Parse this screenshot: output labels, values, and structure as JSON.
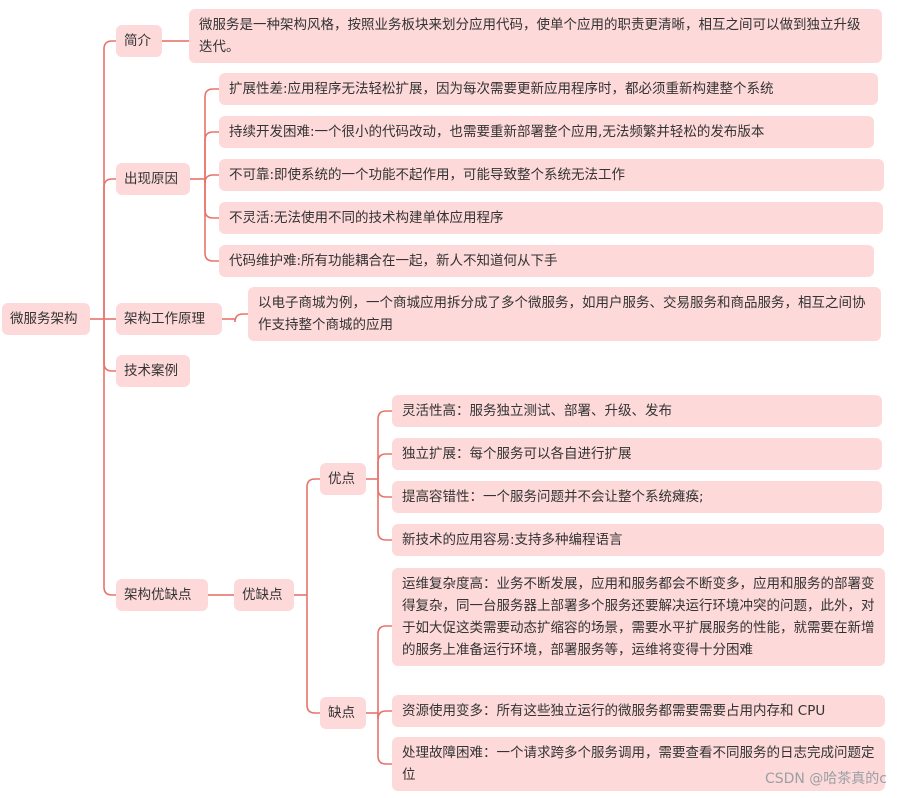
{
  "root": {
    "label": "微服务架构"
  },
  "branches": {
    "intro": {
      "label": "简介",
      "detail": "微服务是一种架构风格，按照业务板块来划分应用代码，使单个应用的职责更清晰，相互之间可以做到独立升级迭代。"
    },
    "reasons": {
      "label": "出现原因",
      "items": [
        "扩展性差:应用程序无法轻松扩展，因为每次需要更新应用程序时，都必须重新构建整个系统",
        "持续开发困难:一个很小的代码改动，也需要重新部署整个应用,无法频繁并轻松的发布版本",
        "不可靠:即使系统的一个功能不起作用，可能导致整个系统无法工作",
        "不灵活:无法使用不同的技术构建单体应用程序",
        "代码维护难:所有功能耦合在一起，新人不知道何从下手"
      ]
    },
    "principle": {
      "label": "架构工作原理",
      "detail": "以电子商城为例，一个商城应用拆分成了多个微服务，如用户服务、交易服务和商品服务，相互之间协作支持整个商城的应用"
    },
    "cases": {
      "label": "技术案例"
    },
    "proscons": {
      "label": "架构优缺点",
      "child": "优缺点",
      "pros": {
        "label": "优点",
        "items": [
          "灵活性高：服务独立测试、部署、升级、发布",
          "独立扩展：每个服务可以各自进行扩展",
          "提高容错性：一个服务问题并不会让整个系统瘫痪;",
          "新技术的应用容易:支持多种编程语言"
        ]
      },
      "cons": {
        "label": "缺点",
        "items": [
          "运维复杂度高：业务不断发展，应用和服务都会不断变多，应用和服务的部署变得复杂，同一台服务器上部署多个服务还要解决运行环境冲突的问题，此外，对于如大促这类需要动态扩缩容的场景，需要水平扩展服务的性能，就需要在新增的服务上准备运行环境，部署服务等，运维将变得十分困难",
          "资源使用变多：所有这些独立运行的微服务都需要需要占用内存和 CPU",
          "处理故障困难：一个请求跨多个服务调用，需要查看不同服务的日志完成问题定位"
        ]
      }
    }
  },
  "watermark": "CSDN @哈茶真的c",
  "colors": {
    "node_fill": "#fdd9d9",
    "connector": "#e8736c",
    "text": "#333333"
  }
}
